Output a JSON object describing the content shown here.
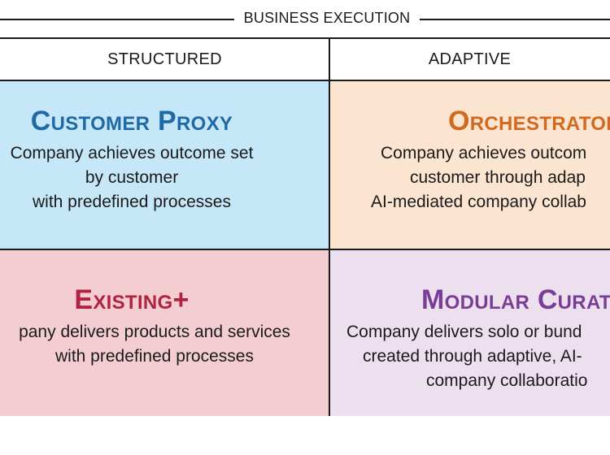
{
  "header": {
    "title": "BUSINESS EXECUTION"
  },
  "columns": {
    "left": "STRUCTURED",
    "right": "ADAPTIVE"
  },
  "quadrants": {
    "top_left": {
      "title": "Customer Proxy",
      "color": "#1f6aa5",
      "background": "#c5e7f8",
      "lines": [
        "Company achieves outcome set",
        "by customer",
        "with predefined processes"
      ]
    },
    "top_right": {
      "title": "Orchestrator",
      "color": "#d2691e",
      "background": "#fbe4d0",
      "lines": [
        "Company achieves outcom",
        "customer through adap",
        "AI-mediated company collab"
      ]
    },
    "bottom_left": {
      "title": "Existing+",
      "color": "#b0223f",
      "background": "#f4cdd3",
      "lines": [
        "pany delivers products and services",
        "with predefined processes"
      ]
    },
    "bottom_right": {
      "title": "Modular Curat",
      "color": "#7a3d96",
      "background": "#ece0ef",
      "lines": [
        "Company delivers solo or bund",
        "created through adaptive, AI-",
        "company collaboratio"
      ]
    }
  }
}
